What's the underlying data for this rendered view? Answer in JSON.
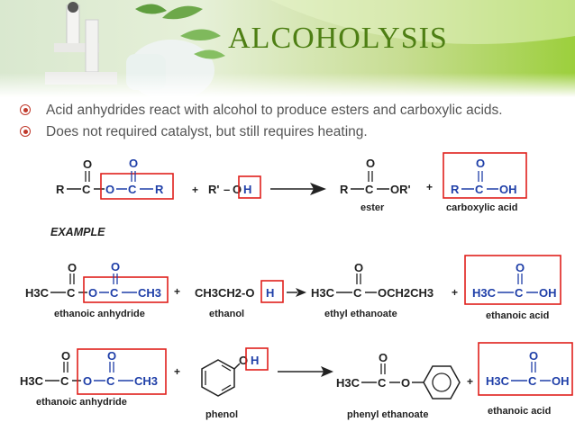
{
  "slide": {
    "title": "ALCOHOLYSIS",
    "bullets": [
      "Acid anhydrides react with alcohol to produce esters and carboxylic acids.",
      "Does not required catalyst, but still requires heating."
    ],
    "example_heading": "EXAMPLE"
  },
  "general": {
    "anhydride_left": "R",
    "carbon": "C",
    "oxygen": "O",
    "bridge_oxygen": "O",
    "anhydride_right": "R",
    "plus": "+",
    "alcohol_r": "R'",
    "alcohol_dash": "–",
    "alcohol_o": "O",
    "alcohol_h": "H",
    "ester_r": "R",
    "ester_or": "OR'",
    "acid_r": "R",
    "acid_oh": "OH",
    "ester_name": "ester",
    "acid_name": "carboxylic acid"
  },
  "example1": {
    "methyl": "H3C",
    "ch3": "CH3",
    "ethanol": "CH3CH2-O",
    "ethanol_h": "H",
    "ester_right": "OCH2CH3",
    "acid_oh": "OH",
    "names": [
      "ethanoic anhydride",
      "ethanol",
      "ethyl ethanoate",
      "ethanoic acid"
    ]
  },
  "example2": {
    "phenol_h": "H",
    "names": [
      "ethanoic anhydride",
      "phenol",
      "phenyl ethanoate",
      "ethanoic acid"
    ]
  },
  "colors": {
    "title": "#4e7f14",
    "blue": "#1f3fa8",
    "red": "#e0201c",
    "black": "#222222",
    "bullet": "#c0392b"
  }
}
